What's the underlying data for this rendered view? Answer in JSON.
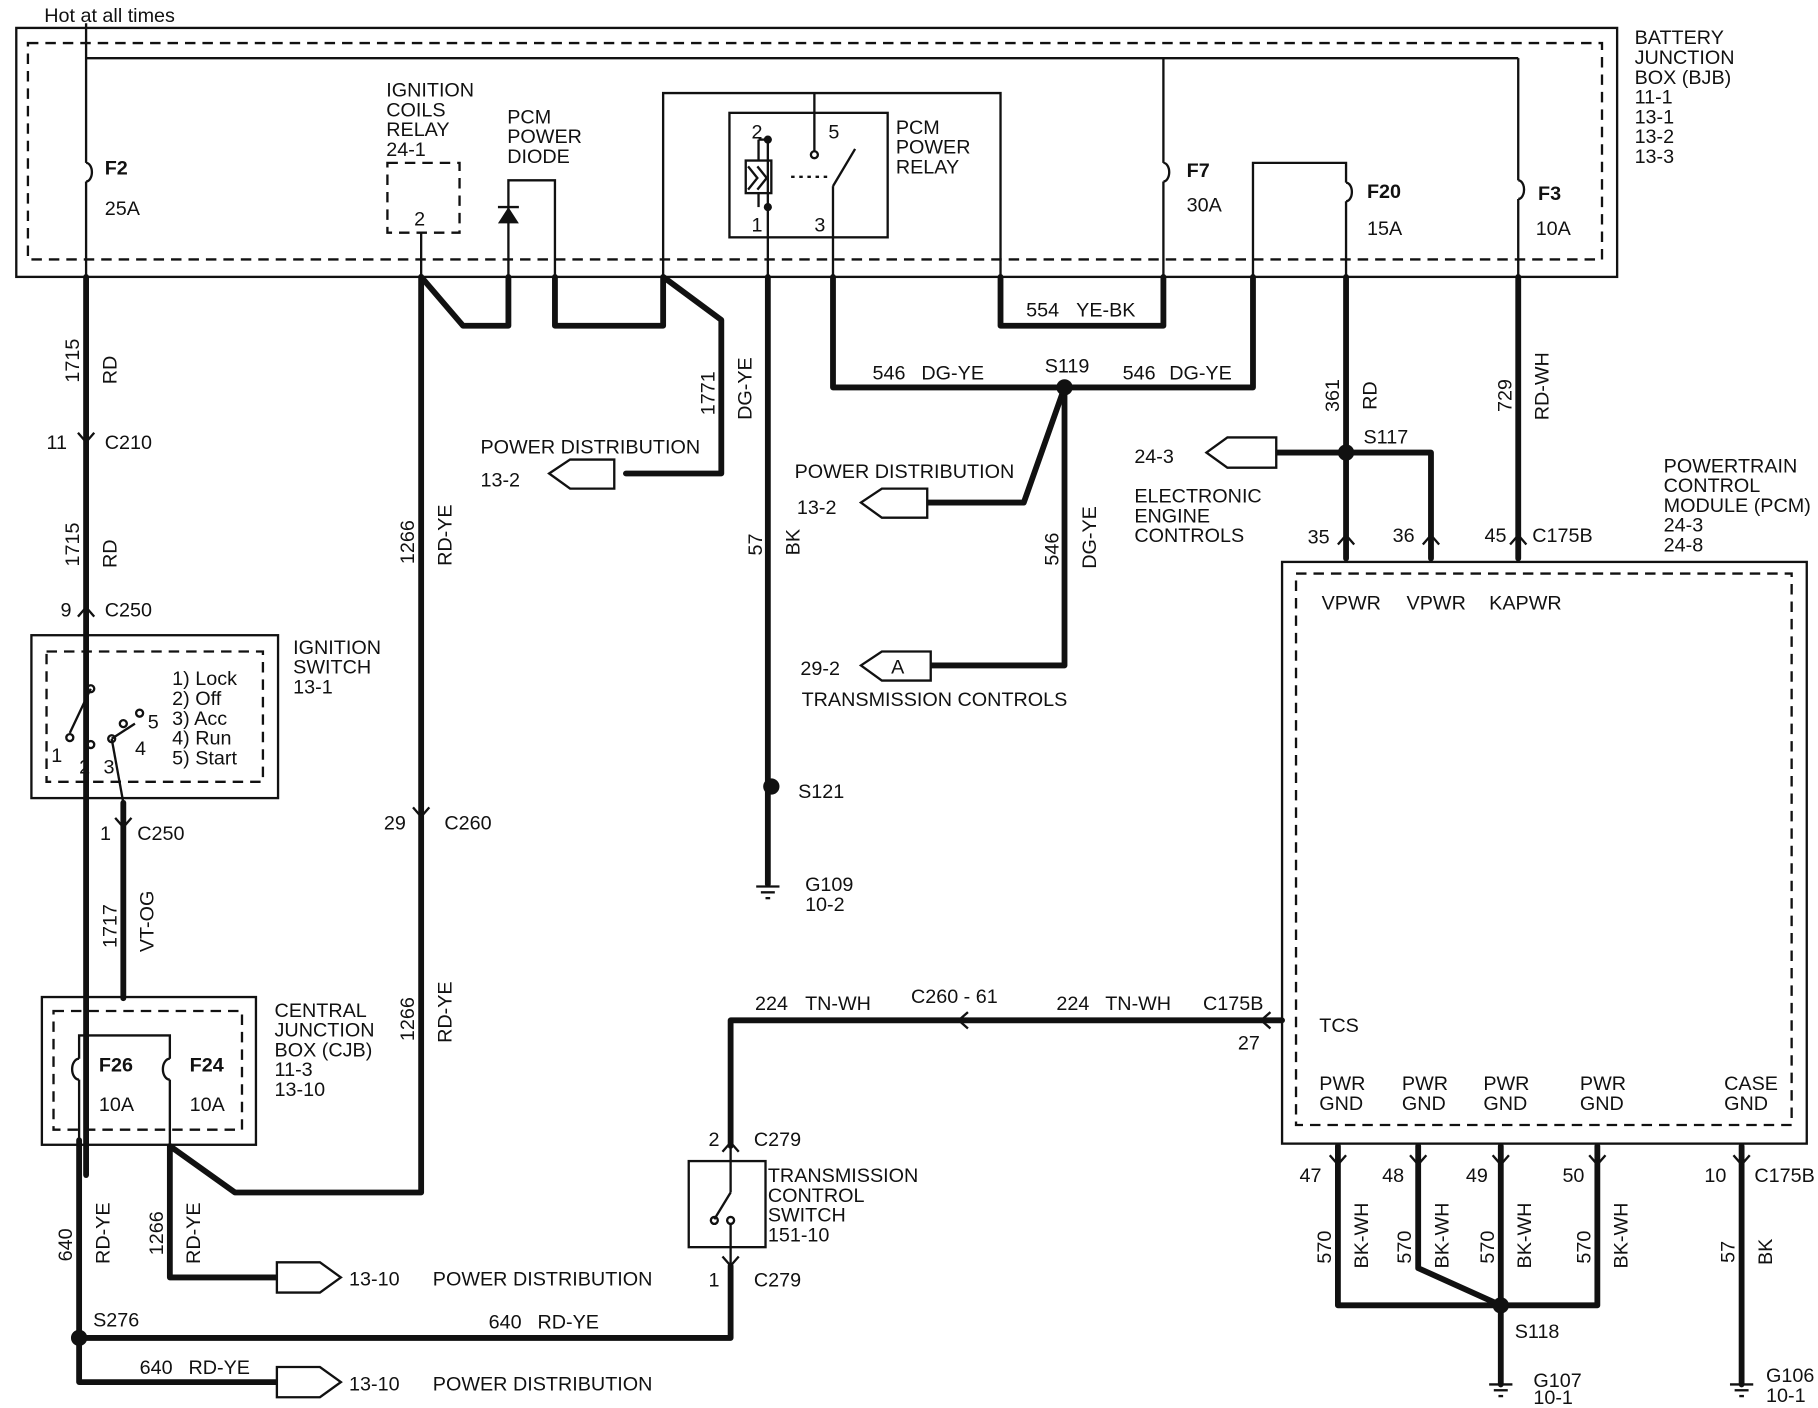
{
  "texts": {
    "hot": "Hot at all times",
    "bjb": [
      "BATTERY",
      "JUNCTION",
      "BOX (BJB)",
      "11-1",
      "13-1",
      "13-2",
      "13-3"
    ],
    "f2": "F2",
    "f2a": "25A",
    "f7": "F7",
    "f7a": "30A",
    "f20": "F20",
    "f20a": "15A",
    "f3": "F3",
    "f3a": "10A",
    "icr": [
      "IGNITION",
      "COILS",
      "RELAY",
      "24-1"
    ],
    "icr_pin": "2",
    "ppd": [
      "PCM",
      "POWER",
      "DIODE"
    ],
    "ppr": [
      "PCM",
      "POWER",
      "RELAY"
    ],
    "ppr_pins": [
      "2",
      "5",
      "1",
      "3"
    ],
    "w554": "554",
    "w554c": "YE-BK",
    "w546a": "546",
    "w546ac": "DG-YE",
    "s119": "S119",
    "w546b": "546",
    "w546bc": "DG-YE",
    "w1715a": "1715",
    "w1715ac": "RD",
    "c210": "C210",
    "c210p": "11",
    "w1715b": "1715",
    "w1715bc": "RD",
    "c250a": "C250",
    "c250ap": "9",
    "w1771": "1771",
    "w1771c": "DG-YE",
    "pd1": "POWER DISTRIBUTION",
    "pd1p": "13-2",
    "w57": "57",
    "w57c": "BK",
    "pd2": "POWER DISTRIBUTION",
    "pd2p": "13-2",
    "w546c": "546",
    "w546cc": "DG-YE",
    "w361": "361",
    "w361c": "RD",
    "w729": "729",
    "w729c": "RD-WH",
    "s117": "S117",
    "eec_p": "24-3",
    "eec": [
      "ELECTRONIC",
      "ENGINE",
      "CONTROLS"
    ],
    "pcm": [
      "POWERTRAIN",
      "CONTROL",
      "MODULE (PCM)",
      "24-3",
      "24-8"
    ],
    "pin35": "35",
    "pin36": "36",
    "pin45": "45",
    "c175b_a": "C175B",
    "vpwr1": "VPWR",
    "vpwr2": "VPWR",
    "kapwr": "KAPWR",
    "w1266a": "1266",
    "w1266ac": "RD-YE",
    "ign": [
      "IGNITION",
      "SWITCH",
      "13-1"
    ],
    "ign_pos": [
      "1) Lock",
      "2) Off",
      "3) Acc",
      "4) Run",
      "5) Start"
    ],
    "ign_pins": [
      "1",
      "2",
      "3",
      "4",
      "5"
    ],
    "tc_p": "29-2",
    "tc_letter": "A",
    "tc": "TRANSMISSION CONTROLS",
    "s121": "S121",
    "g109": "G109",
    "g109p": "10-2",
    "c250b": "C250",
    "c250bp": "1",
    "c260": "C260",
    "c260p": "29",
    "w1717": "1717",
    "w1717c": "VT-OG",
    "cjb": [
      "CENTRAL",
      "JUNCTION",
      "BOX (CJB)",
      "11-3",
      "13-10"
    ],
    "f26": "F26",
    "f26a": "10A",
    "f24": "F24",
    "f24a": "10A",
    "w1266b": "1266",
    "w1266bc": "RD-YE",
    "w224a": "224",
    "w224ac": "TN-WH",
    "c26061": "C260 - 61",
    "w224b": "224",
    "w224bc": "TN-WH",
    "c175b_b": "C175B",
    "pin27": "27",
    "tcs": "TCS",
    "pwrgnd": [
      "PWR",
      "GND"
    ],
    "casegnd": [
      "CASE",
      "GND"
    ],
    "c279a": "C279",
    "c279ap": "2",
    "tcsw": [
      "TRANSMISSION",
      "CONTROL",
      "SWITCH",
      "151-10"
    ],
    "c279b": "C279",
    "c279bp": "1",
    "w640a": "640",
    "w640ac": "RD-YE",
    "w1266c": "1266",
    "w1266cc": "RD-YE",
    "pd3p": "13-10",
    "pd3": "POWER DISTRIBUTION",
    "s276": "S276",
    "w640b": "640",
    "w640bc": "RD-YE",
    "w640c": "640",
    "w640cc": "RD-YE",
    "pd4p": "13-10",
    "pd4": "POWER DISTRIBUTION",
    "p47": "47",
    "p48": "48",
    "p49": "49",
    "p50": "50",
    "p10": "10",
    "c175b_c": "C175B",
    "w570": "570",
    "w570c": "BK-WH",
    "w57b": "57",
    "w57bc": "BK",
    "s118": "S118",
    "g107": "G107",
    "g107p": "10-1",
    "g106": "G106",
    "g106p": "10-1"
  }
}
